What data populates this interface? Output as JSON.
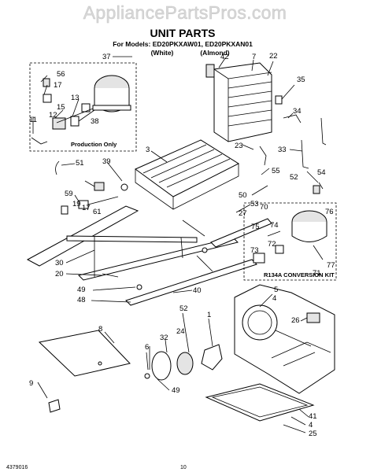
{
  "watermark": "AppliancePartsPros.com",
  "header": {
    "title": "UNIT PARTS",
    "models_line": "For Models: ED20PKXAW01, ED20PKXAN01",
    "variant_white": "(White)",
    "variant_almond": "(Almond)"
  },
  "insets": {
    "production": "Production Only",
    "conversion": "R134A CONVERSION KIT"
  },
  "callouts": [
    "37",
    "56",
    "17",
    "15",
    "13",
    "12",
    "38",
    "11",
    "7",
    "42",
    "22",
    "35",
    "34",
    "3",
    "23",
    "33",
    "51",
    "39",
    "55",
    "52",
    "54",
    "59",
    "19",
    "17",
    "61",
    "50",
    "53",
    "27",
    "70",
    "76",
    "75",
    "74",
    "72",
    "73",
    "71",
    "77",
    "30",
    "20",
    "49",
    "48",
    "40",
    "8",
    "52",
    "24",
    "32",
    "6",
    "1",
    "5",
    "4",
    "26",
    "9",
    "49",
    "41",
    "4",
    "25"
  ],
  "footer": {
    "doc_number": "4379016",
    "page": "10"
  }
}
